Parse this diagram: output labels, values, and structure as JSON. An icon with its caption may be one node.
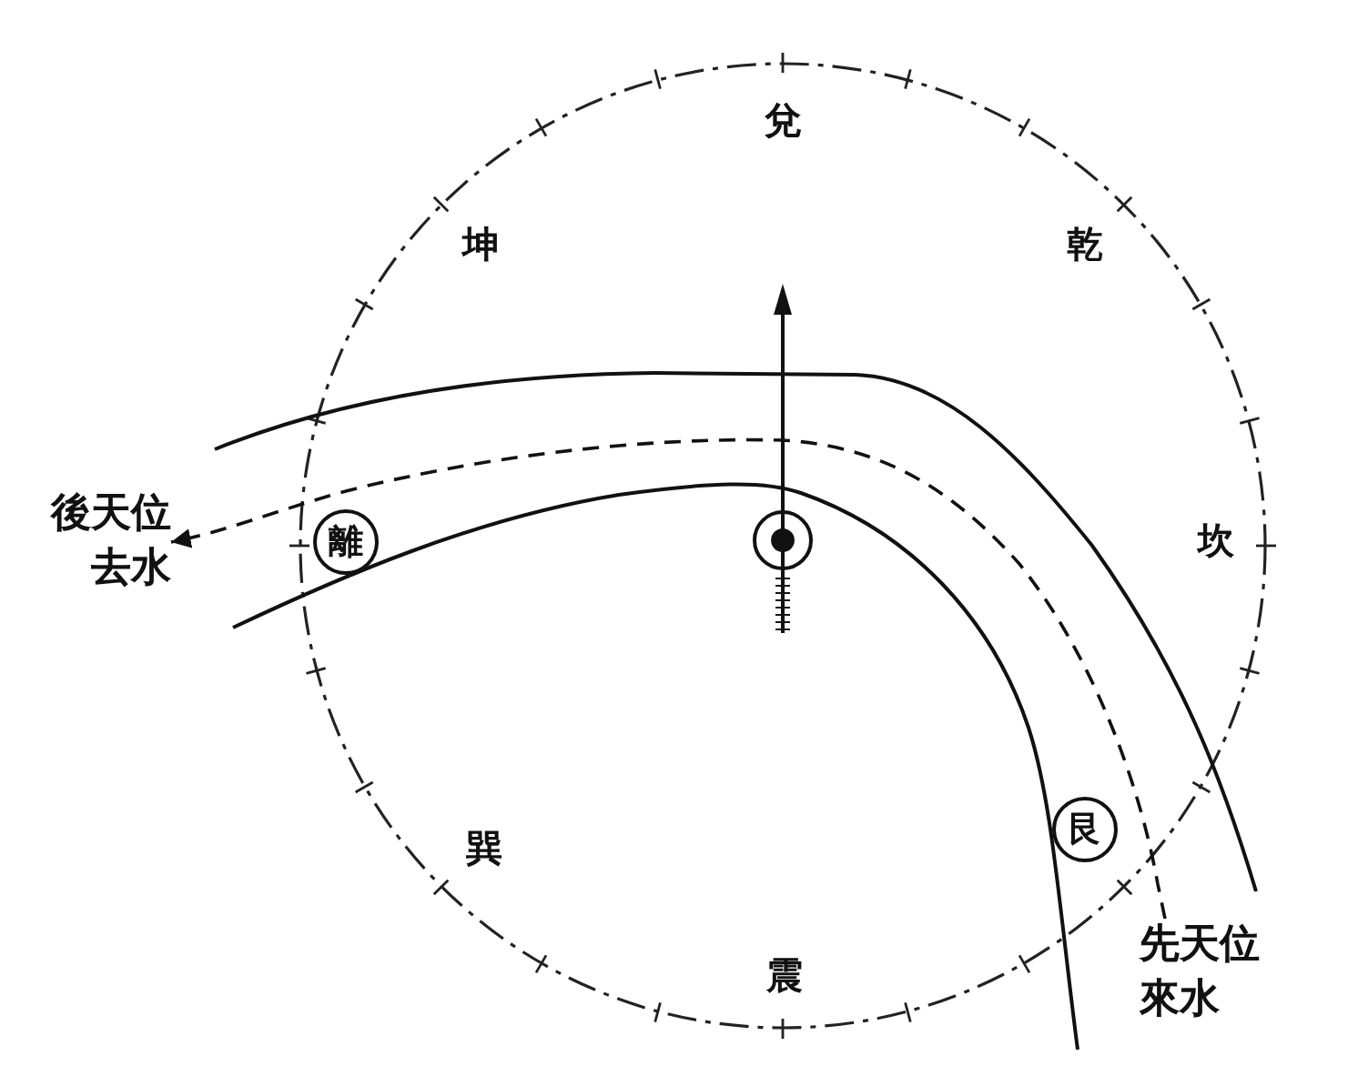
{
  "diagram": {
    "nodes": [
      {
        "text": [
          "後天位去水"
        ]
      },
      {
        "text": [
          "離"
        ]
      },
      {
        "text": [],
        "shape": "circle"
      },
      {
        "text": [
          "艮"
        ]
      },
      {
        "text": [
          "先天位來水"
        ]
      }
    ],
    "edges": [
      {
        "from": 4,
        "to": 0,
        "arrow": "to",
        "style": "dashed"
      }
    ],
    "labels": [
      "兌",
      "坤",
      "乾",
      "坎",
      "巽",
      "震"
    ]
  }
}
